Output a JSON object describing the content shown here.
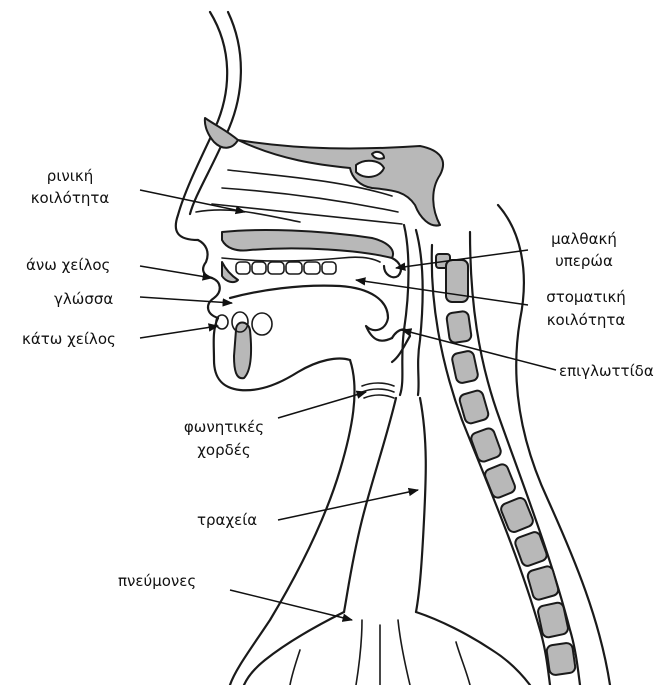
{
  "colors": {
    "bone_fill": "#b8b8b8",
    "line": "#1a1a1a",
    "background": "#ffffff"
  },
  "labels": {
    "nasal_cavity": [
      "ρινική",
      "κοιλότητα"
    ],
    "upper_lip": "άνω χείλος",
    "tongue": "γλώσσα",
    "lower_lip": "κάτω χείλος",
    "soft_palate": [
      "μαλθακή",
      "υπερώα"
    ],
    "oral_cavity": [
      "στοματική",
      "κοιλότητα"
    ],
    "epiglottis": "επιγλωττίδα",
    "vocal_cords": [
      "φωνητικές",
      "χορδές"
    ],
    "trachea": "τραχεία",
    "lungs": "πνεύμονες"
  }
}
